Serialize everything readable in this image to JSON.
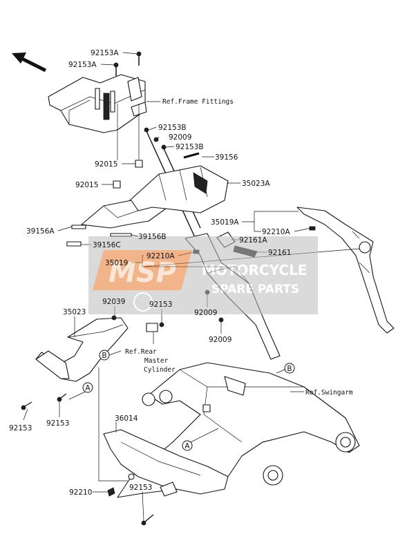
{
  "labels": {
    "l92153A_1": "92153A",
    "l92153A_2": "92153A",
    "ref_frame": "Ref.Frame Fittings",
    "l92153B_1": "92153B",
    "l92009_1": "92009",
    "l92153B_2": "92153B",
    "l39156": "39156",
    "l92015_1": "92015",
    "l92015_2": "92015",
    "l35023A": "35023A",
    "l35019A": "35019A",
    "l39156A": "39156A",
    "l92210A_1": "92210A",
    "l39156B": "39156B",
    "l92161A": "92161A",
    "l39156C": "39156C",
    "l92161": "92161",
    "l92210A_2": "92210A",
    "l35019": "35019",
    "l92039": "92039",
    "l92153_1": "92153",
    "l92009_2": "92009",
    "l35023": "35023",
    "l92009_3": "92009",
    "ref_rear_1": "Ref.Rear",
    "ref_rear_2": "Master",
    "ref_rear_3": "Cylinder",
    "ref_swingarm": "Ref.Swingarm",
    "l36014": "36014",
    "l92153_2": "92153",
    "l92153_3": "92153",
    "l92210": "92210",
    "l92153_4": "92153"
  },
  "callouts": {
    "a": "A",
    "b": "B"
  },
  "watermark": {
    "logo": "MSP",
    "line1": "MOTORCYCLE",
    "line2": "SPARE PARTS"
  },
  "colors": {
    "watermark_orange": "#e8772e",
    "watermark_gray": "#c8c8c8"
  }
}
